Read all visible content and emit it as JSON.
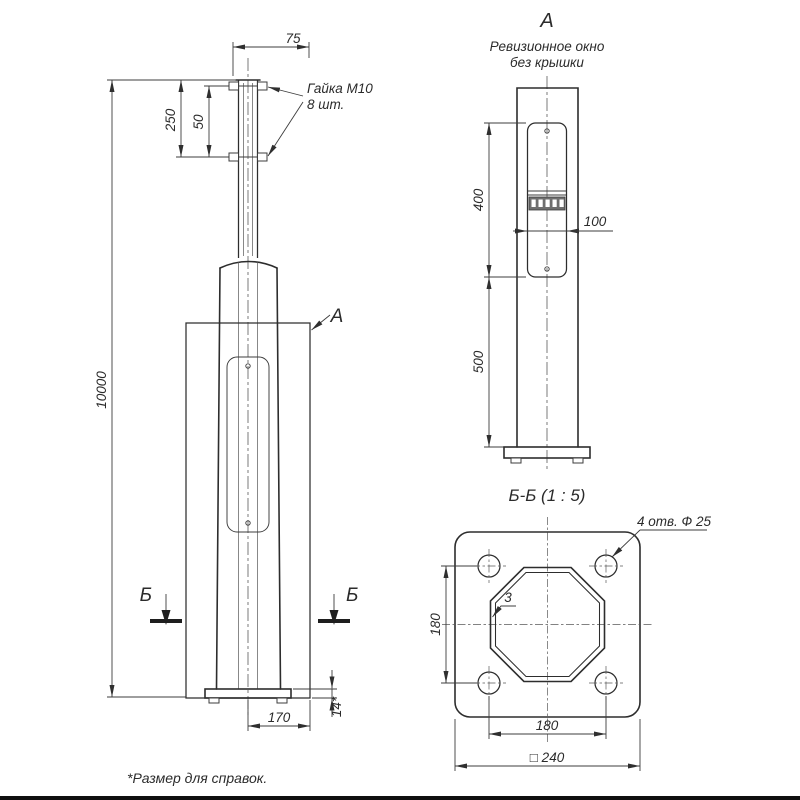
{
  "page": {
    "paper_color": "#ffffff",
    "ink_color": "#2b2b2b"
  },
  "drawing": {
    "footnote": "*Размер для справок.",
    "main_view": {
      "dim_75": "75",
      "dim_250": "250",
      "dim_50": "50",
      "dim_10000": "10000",
      "dim_170": "170",
      "dim_14": "14*",
      "nut_label_line1": "Гайка М10",
      "nut_label_line2": "8 шт.",
      "detail_marker": "А",
      "section_marker_left": "Б",
      "section_marker_right": "Б"
    },
    "view_a": {
      "title": "А",
      "subtitle_line1": "Ревизионное окно",
      "subtitle_line2": "без крышки",
      "dim_400": "400",
      "dim_100": "100",
      "dim_500": "500"
    },
    "section_bb": {
      "title": "Б-Б (1 : 5)",
      "holes_note": "4 отв. Ф 25",
      "wall_thickness": "3",
      "dim_180_vertical": "180",
      "dim_180_horizontal": "180",
      "dim_square_240": "□ 240"
    }
  }
}
